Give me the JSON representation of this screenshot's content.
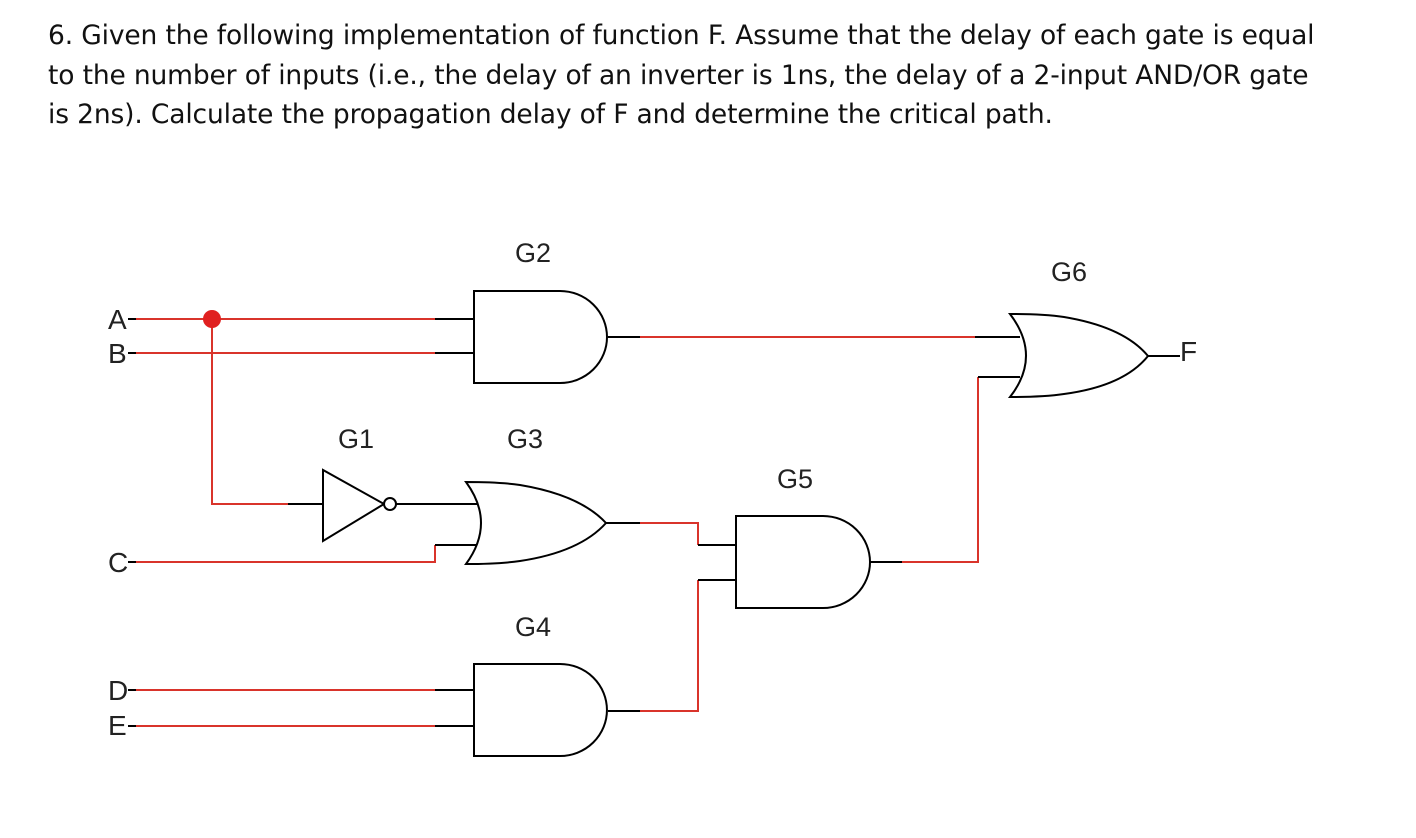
{
  "question": {
    "lines": [
      "6. Given the following implementation of function F. Assume that the delay of each gate is equal",
      "to the number of inputs (i.e., the delay of an inverter is 1ns, the delay of a 2-input AND/OR gate",
      "is 2ns). Calculate the propagation delay of F and determine the critical path."
    ]
  },
  "circuit": {
    "inputs": [
      "A",
      "B",
      "C",
      "D",
      "E"
    ],
    "output": "F",
    "gates": {
      "g1": {
        "label": "G1",
        "type": "NOT"
      },
      "g2": {
        "label": "G2",
        "type": "AND"
      },
      "g3": {
        "label": "G3",
        "type": "OR"
      },
      "g4": {
        "label": "G4",
        "type": "AND"
      },
      "g5": {
        "label": "G5",
        "type": "AND"
      },
      "g6": {
        "label": "G6",
        "type": "OR"
      }
    },
    "colors": {
      "wire": "#d9342b",
      "junction": "#e02020",
      "gate_stroke": "#000000"
    }
  }
}
